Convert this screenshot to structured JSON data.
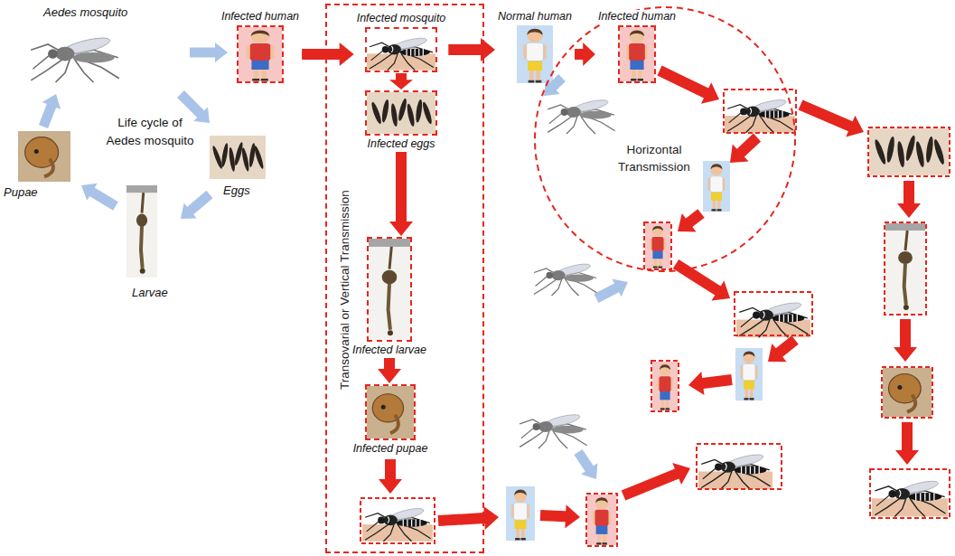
{
  "diagram": {
    "nodes": [
      {
        "text": [
          "Infected human"
        ]
      },
      {
        "text": [
          "Transovarial or Vertical Transmission"
        ]
      },
      {
        "text": [
          "Infected mosquito"
        ],
        "in": 1
      },
      {
        "text": [
          "Infected eggs"
        ],
        "in": 1
      },
      {
        "text": [
          "Infected larvae"
        ],
        "in": 1
      },
      {
        "text": [
          "Infected pupae"
        ],
        "in": 1
      },
      {
        "text": [
          "Normal human"
        ]
      },
      {
        "text": [
          "Horizontal Transmission"
        ]
      },
      {
        "text": [
          "Infected human"
        ],
        "in": 7
      }
    ],
    "edges": [
      {
        "from": 0,
        "to": 2,
        "arrow": "to"
      },
      {
        "from": 2,
        "to": 3,
        "arrow": "to"
      },
      {
        "from": 3,
        "to": 4,
        "arrow": "to"
      },
      {
        "from": 4,
        "to": 5,
        "arrow": "to"
      },
      {
        "from": 2,
        "to": 6,
        "arrow": "to"
      },
      {
        "from": 6,
        "to": 8,
        "arrow": "to"
      }
    ],
    "labels": [
      "Aedes mosquito",
      "Life cycle of Aedes mosquito",
      "Eggs",
      "Pupae",
      "Larvae"
    ]
  }
}
